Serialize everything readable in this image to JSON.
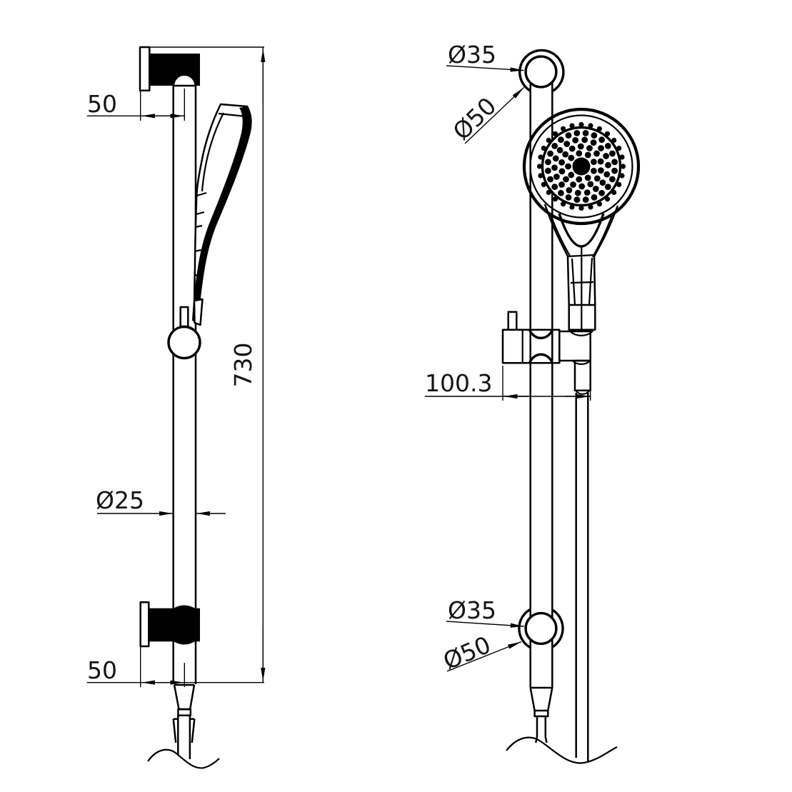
{
  "drawing": {
    "background": "#ffffff",
    "line_color": "#000000",
    "views": {
      "side": {
        "dim_top_offset": "50",
        "dim_length": "730",
        "dim_rail_diameter": "Ø25",
        "dim_bottom_offset": "50"
      },
      "front": {
        "dim_top_mount_inner": "Ø35",
        "dim_top_mount_outer": "Ø50",
        "dim_slider_width": "100.3",
        "dim_bottom_mount_inner": "Ø35",
        "dim_bottom_mount_outer": "Ø50"
      }
    }
  }
}
